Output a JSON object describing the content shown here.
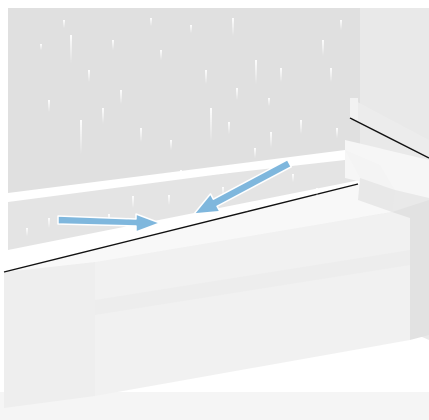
{
  "illustration": {
    "subject": "bathtub-against-tiled-wall",
    "colors": {
      "wall": "#e0e0e0",
      "wall_light": "#eeeeee",
      "wall_shade": "#d8d8d8",
      "tub_front": "#f1f1f1",
      "tub_side": "#e6e6e6",
      "floor": "#f5f5f5",
      "drop": "#ffffff",
      "outline": "#111111",
      "arrow_fill": "#7fb7dd",
      "arrow_stroke": "#ffffff"
    },
    "arrows": [
      {
        "name": "left-arrow",
        "points_toward": "tub-wall-seam"
      },
      {
        "name": "right-arrow",
        "points_toward": "tub-wall-seam"
      }
    ]
  }
}
